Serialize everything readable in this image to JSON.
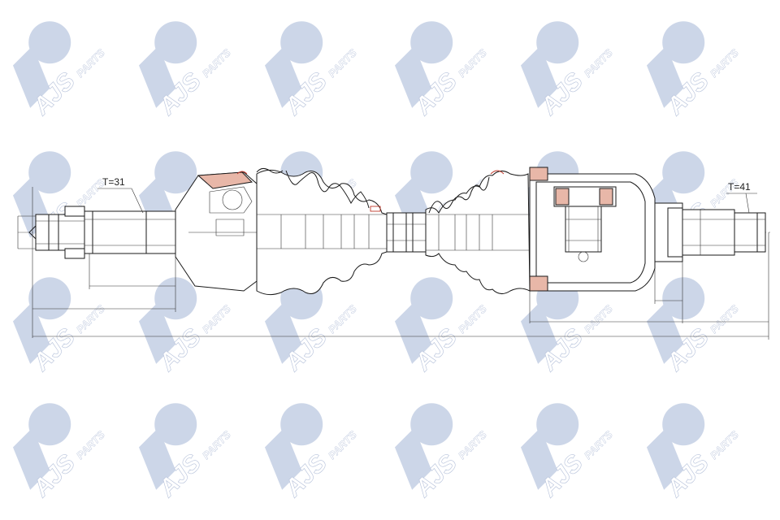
{
  "watermark": {
    "brand": "AJS",
    "suffix": "PARTS",
    "color": "#c7d2e6"
  },
  "labels": {
    "inner_teeth": "T=31",
    "outer_teeth": "T=41"
  },
  "colors": {
    "line": "#1a1a1a",
    "seal_hatch": "#e8b7a8",
    "boot_clamp": "#c0392b"
  }
}
